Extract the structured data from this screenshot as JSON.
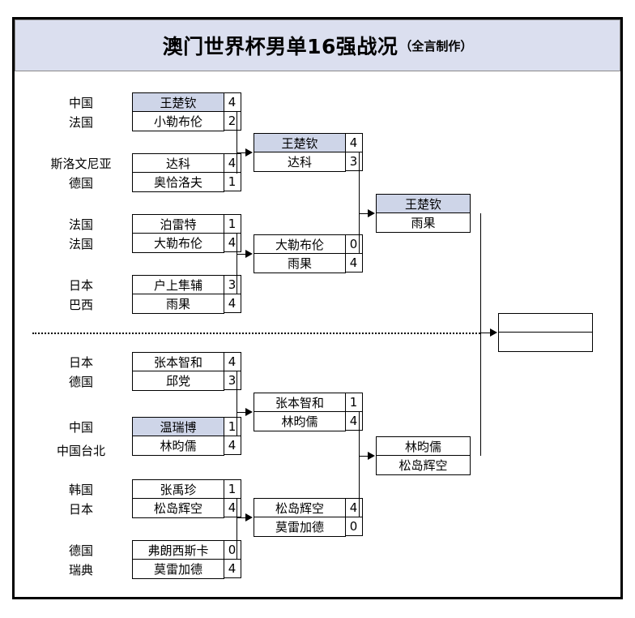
{
  "title": {
    "main": "澳门世界杯男单16强战况",
    "sub": "（全言制作）"
  },
  "colors": {
    "highlight": "#ced5e8",
    "title_bar": "#dbdfef",
    "border": "#000000",
    "background": "#ffffff"
  },
  "round1": [
    {
      "top": {
        "country": "中国",
        "player": "王楚钦",
        "score": "4",
        "highlight": true
      },
      "bottom": {
        "country": "法国",
        "player": "小勒布伦",
        "score": "2",
        "highlight": false
      }
    },
    {
      "top": {
        "country": "斯洛文尼亚",
        "player": "达科",
        "score": "4",
        "highlight": false
      },
      "bottom": {
        "country": "德国",
        "player": "奥恰洛夫",
        "score": "1",
        "highlight": false
      }
    },
    {
      "top": {
        "country": "法国",
        "player": "泊雷特",
        "score": "1",
        "highlight": false
      },
      "bottom": {
        "country": "法国",
        "player": "大勒布伦",
        "score": "4",
        "highlight": false
      }
    },
    {
      "top": {
        "country": "日本",
        "player": "户上隼辅",
        "score": "3",
        "highlight": false
      },
      "bottom": {
        "country": "巴西",
        "player": "雨果",
        "score": "4",
        "highlight": false
      }
    },
    {
      "top": {
        "country": "日本",
        "player": "张本智和",
        "score": "4",
        "highlight": false
      },
      "bottom": {
        "country": "德国",
        "player": "邱党",
        "score": "3",
        "highlight": false
      }
    },
    {
      "top": {
        "country": "中国",
        "player": "温瑞博",
        "score": "1",
        "highlight": true
      },
      "bottom": {
        "country": "中国台北",
        "player": "林昀儒",
        "score": "4",
        "highlight": false
      }
    },
    {
      "top": {
        "country": "韩国",
        "player": "张禹珍",
        "score": "1",
        "highlight": false
      },
      "bottom": {
        "country": "日本",
        "player": "松岛辉空",
        "score": "4",
        "highlight": false
      }
    },
    {
      "top": {
        "country": "德国",
        "player": "弗朗西斯卡",
        "score": "0",
        "highlight": false
      },
      "bottom": {
        "country": "瑞典",
        "player": "莫雷加德",
        "score": "4",
        "highlight": false
      }
    }
  ],
  "round2": [
    {
      "top": {
        "player": "王楚钦",
        "score": "4",
        "highlight": true
      },
      "bottom": {
        "player": "达科",
        "score": "3",
        "highlight": false
      }
    },
    {
      "top": {
        "player": "大勒布伦",
        "score": "0",
        "highlight": false
      },
      "bottom": {
        "player": "雨果",
        "score": "4",
        "highlight": false
      }
    },
    {
      "top": {
        "player": "张本智和",
        "score": "1",
        "highlight": false
      },
      "bottom": {
        "player": "林昀儒",
        "score": "4",
        "highlight": false
      }
    },
    {
      "top": {
        "player": "松岛辉空",
        "score": "4",
        "highlight": false
      },
      "bottom": {
        "player": "莫雷加德",
        "score": "0",
        "highlight": false
      }
    }
  ],
  "semifinals": [
    {
      "top": {
        "player": "王楚钦",
        "score": "",
        "highlight": true
      },
      "bottom": {
        "player": "雨果",
        "score": "",
        "highlight": false
      }
    },
    {
      "top": {
        "player": "林昀儒",
        "score": "",
        "highlight": false
      },
      "bottom": {
        "player": "松岛辉空",
        "score": "",
        "highlight": false
      }
    }
  ],
  "final": {
    "top": {
      "player": "",
      "score": "",
      "highlight": false
    },
    "bottom": {
      "player": "",
      "score": "",
      "highlight": false
    }
  }
}
